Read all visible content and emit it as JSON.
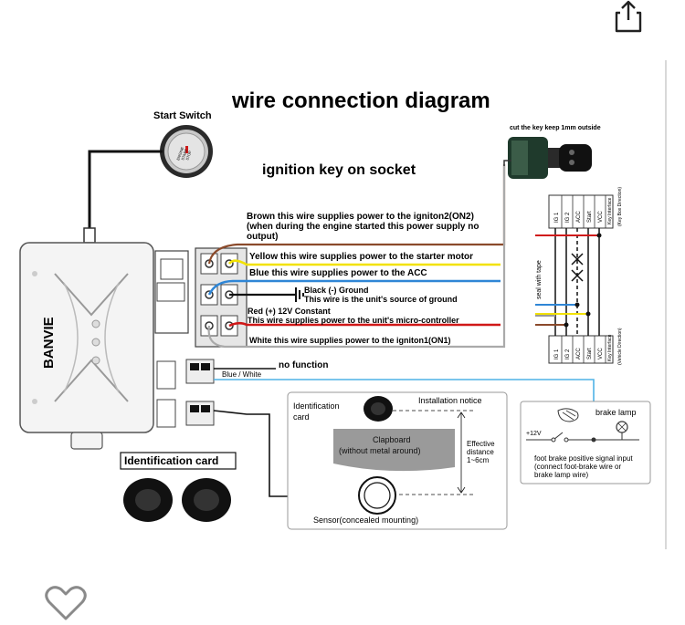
{
  "diagram": {
    "title": "wire connection diagram",
    "start_switch_label": "Start Switch",
    "ignition_label": "ignition key on socket",
    "key_note": "cut the key keep 1mm outside",
    "brand": "BANVIE",
    "button_text_1": "ENGINE",
    "button_text_2": "START",
    "button_text_3": "STOP",
    "wires": {
      "brown_1": "Brown  this wire supplies power to the igniton2(ON2)",
      "brown_2": "(when during the engine started this power supply no",
      "brown_3": "output)",
      "yellow": "Yellow  this wire supplies power to the starter motor",
      "blue": "Blue  this wire supplies power to the ACC",
      "black_1": "Black (-) Ground",
      "black_2": "This wire is the unit's source of ground",
      "red_1": "Red (+) 12V Constant",
      "red_2": "This wire supplies power to the unit's micro-controller",
      "white": "White this wire supplies power to the igniton1(ON1)",
      "no_function": "no function",
      "blue_white": "Blue / White"
    },
    "connector": {
      "top_pins": [
        "IG 1",
        "IG 2",
        "ACC",
        "Start",
        "VCC"
      ],
      "top_side": [
        "Key Interface",
        "(Key Box Direction)"
      ],
      "bottom_pins": [
        "IG 1",
        "IG 2",
        "ACC",
        "Start",
        "VCC"
      ],
      "bottom_side": [
        "Key Interface",
        "(Vehicle Direction)"
      ],
      "seal_label": "seal with tape"
    },
    "id_card_label": "Identification card",
    "installation": {
      "id_card_1": "Identification",
      "id_card_2": "card",
      "notice": "Installation notice",
      "clapboard_1": "Clapboard",
      "clapboard_2": "(without metal around)",
      "distance_1": "Effective",
      "distance_2": "distance",
      "distance_3": "1~6cm",
      "sensor": "Sensor(concealed mounting)"
    },
    "brake": {
      "lamp": "brake lamp",
      "voltage": "+12V",
      "desc_1": "foot brake positive signal input",
      "desc_2": "(connect foot-brake wire or",
      "desc_3": "brake lamp wire)"
    }
  },
  "colors": {
    "brown": "#8b4a2b",
    "yellow": "#f2e200",
    "blue": "#2f86d6",
    "red": "#d01818",
    "black": "#111111",
    "light_blue": "#4fb2e6"
  },
  "icons": {
    "share": "share-icon",
    "favorite": "heart-outline-icon"
  }
}
